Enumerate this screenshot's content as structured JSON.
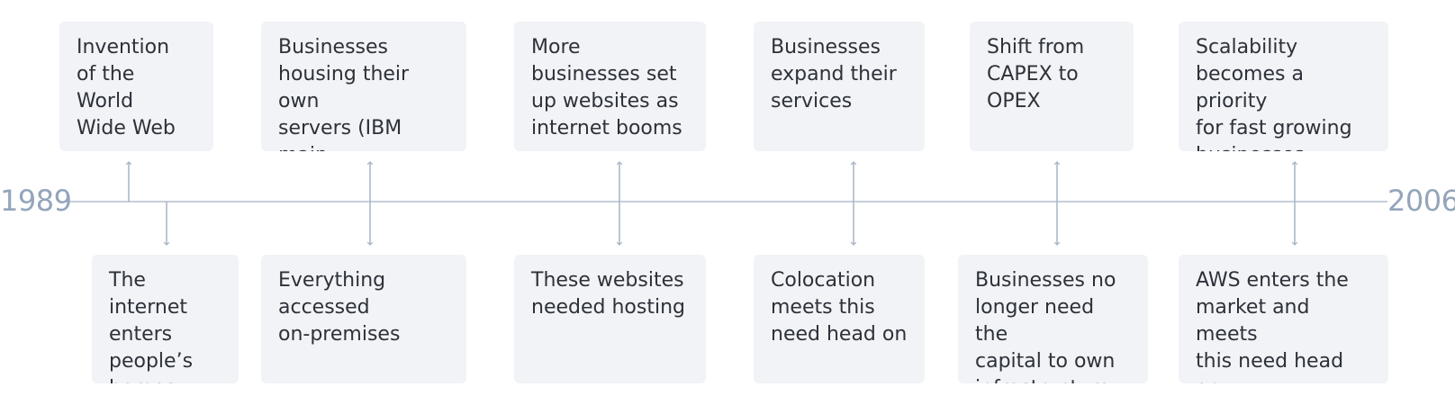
{
  "timeline": {
    "start_year": "1989",
    "end_year": "2006",
    "line_color": "#c6ceda",
    "arrow_color": "#a7b4c6",
    "box_color": "#f2f3f6"
  },
  "top_events": [
    {
      "text": "Invention\nof the\nWorld\nWide Web"
    },
    {
      "text": "Businesses\nhousing their own\nservers (IBM main-\nframes)"
    },
    {
      "text": "More\nbusinesses set\nup websites as\ninternet booms"
    },
    {
      "text": "Businesses\nexpand their\nservices"
    },
    {
      "text": "Shift from\nCAPEX to\nOPEX"
    },
    {
      "text": "Scalability\nbecomes a priority\nfor fast growing\nbusinesses"
    }
  ],
  "bottom_events": [
    {
      "text": "The internet\nenters\npeople’s\nhomes"
    },
    {
      "text": "Everything\naccessed\non-premises"
    },
    {
      "text": "These websites\nneeded hosting"
    },
    {
      "text": "Colocation\nmeets this\nneed head on"
    },
    {
      "text": "Businesses no\nlonger need the\ncapital to own\ninfrastructure"
    },
    {
      "text": "AWS enters the\nmarket and meets\nthis need head on"
    }
  ]
}
